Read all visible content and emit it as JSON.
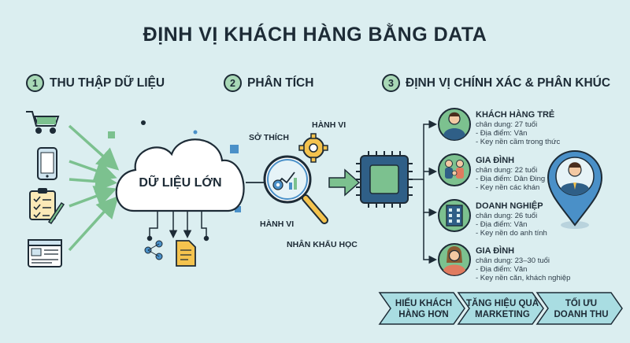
{
  "title": "ĐỊNH VỊ KHÁCH HÀNG BẰNG DATA",
  "steps": [
    {
      "num": "1",
      "label": "THU THẬP DỮ LIỆU"
    },
    {
      "num": "2",
      "label": "PHÂN TÍCH"
    },
    {
      "num": "3",
      "label": "ĐỊNH VỊ CHÍNH XÁC & PHÂN KHÚC"
    }
  ],
  "cloud_label": "DỮ LIỆU LỚN",
  "analysis_labels": {
    "so_thich": "SỞ THÍCH",
    "hanh_vi_top": "HÀNH VI",
    "hanh_vi_bottom": "HÀNH VI",
    "nhan_khau": "NHÂN KHẨU HỌC"
  },
  "segments": [
    {
      "name": "KHÁCH HÀNG TRẺ",
      "line1": "chân dung: 27 tuổi",
      "line2": "- Địa điểm: Văn",
      "line3": "- Key nền cầm trong thức"
    },
    {
      "name": "GIA ĐÌNH",
      "line1": "chân dung: 22 tuổi",
      "line2": "- Địa điểm: Dân Đing",
      "line3": "- Key nền các khán"
    },
    {
      "name": "DOANH NGHIỆP",
      "line1": "chân dung: 26 tuổi",
      "line2": "- Địa điểm: Văn",
      "line3": "- Key nền do anh tính"
    },
    {
      "name": "GIA ĐÌNH",
      "line1": "chân dung: 23–30 tuổi",
      "line2": "- Địa điểm: Văn",
      "line3": "- Key nền căn, khách nghiệp"
    }
  ],
  "outcomes": [
    {
      "line1": "HIỂU KHÁCH",
      "line2": "HÀNG HƠN"
    },
    {
      "line1": "TĂNG HIỆU QUẢ",
      "line2": "MARKETING"
    },
    {
      "line1": "TỐI ƯU",
      "line2": "DOANH THU"
    }
  ],
  "colors": {
    "background": "#dbeef0",
    "accent_green": "#7cc18f",
    "step_circle": "#a8d8b6",
    "cloud": "#ffffff",
    "chevron": "#a9dde2",
    "pin": "#4a90c8",
    "chip": "#2f5f87"
  },
  "icons": [
    "cart-icon",
    "phone-icon",
    "checklist-icon",
    "browser-icon",
    "cloud-icon",
    "magnifier-icon",
    "gear-icon",
    "chip-icon",
    "person-icon",
    "family-icon",
    "building-icon",
    "location-pin-icon",
    "document-icon",
    "share-icon"
  ]
}
